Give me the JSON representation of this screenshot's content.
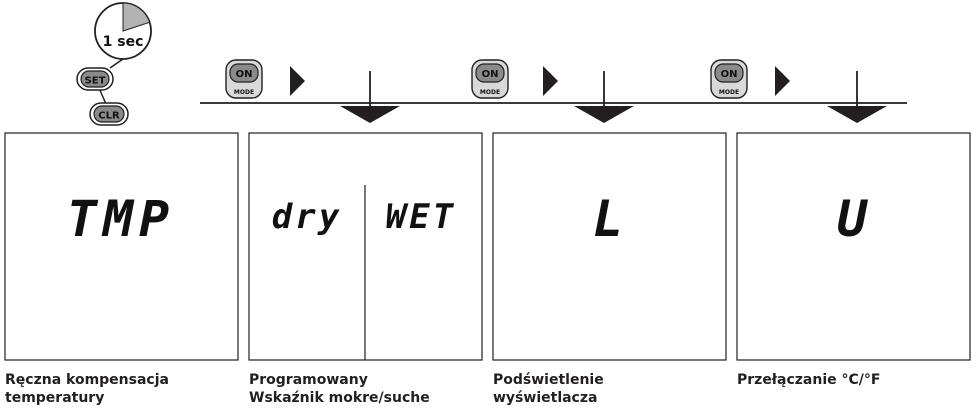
{
  "timer": {
    "label": "1 sec",
    "elapsed_fraction": 0.2
  },
  "buttons": {
    "set": "SET",
    "clr": "CLR",
    "on": "ON",
    "mode": "MODE"
  },
  "panels": [
    {
      "display": "TMP",
      "caption_lines": [
        "Ręczna kompensacja",
        "temperatury"
      ]
    },
    {
      "display_left": "dry",
      "display_right": "WET",
      "caption_lines": [
        "Programowany",
        "Wskaźnik mokre/suche"
      ]
    },
    {
      "display": "L",
      "caption_lines": [
        "Podświetlenie",
        "wyświetlacza"
      ]
    },
    {
      "display": "U",
      "caption_lines": [
        "Przełączanie °C/°F"
      ]
    }
  ],
  "colors": {
    "stroke": "#231f20",
    "button_fill": "#8a8a8a",
    "button_face": "#d9d9d9",
    "timer_wedge": "#b3b3b3"
  }
}
